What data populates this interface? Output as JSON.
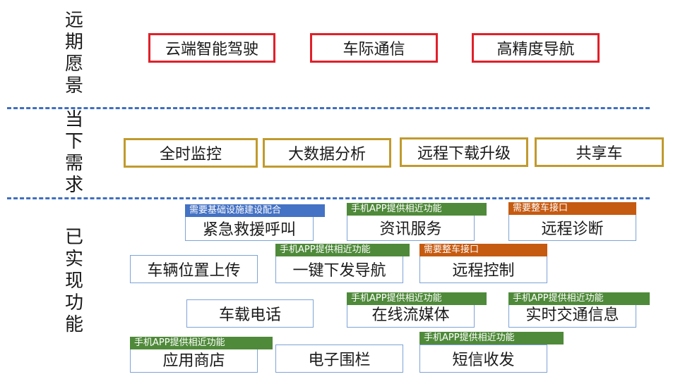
{
  "sections": {
    "vision": "远期愿景",
    "demand": "当下需求",
    "implemented": "已实现功能"
  },
  "vision_items": [
    "云端智能驾驶",
    "车际通信",
    "高精度导航"
  ],
  "demand_items": [
    "全时监控",
    "大数据分析",
    "远程下载升级",
    "共享车"
  ],
  "features": {
    "emergency_call": "紧急救援呼叫",
    "info_service": "资讯服务",
    "remote_diagnosis": "远程诊断",
    "location_upload": "车辆位置上传",
    "one_key_nav": "一键下发导航",
    "remote_control": "远程控制",
    "car_phone": "车载电话",
    "online_media": "在线流媒体",
    "realtime_traffic": "实时交通信息",
    "app_store": "应用商店",
    "geofence": "电子围栏",
    "sms": "短信收发"
  },
  "tags": {
    "infrastructure": "需要基础设施建设配合",
    "app_similar": "手机APP提供相近功能",
    "vehicle_interface": "需要整车接口"
  },
  "colors": {
    "vision_border": "#e0202a",
    "demand_border": "#c19a2e",
    "feature_border": "#7ea3d6",
    "divider": "#3f6fbf",
    "tag_green": "#4f8a3a",
    "tag_orange": "#c55a11",
    "tag_blue": "#4472c4"
  }
}
